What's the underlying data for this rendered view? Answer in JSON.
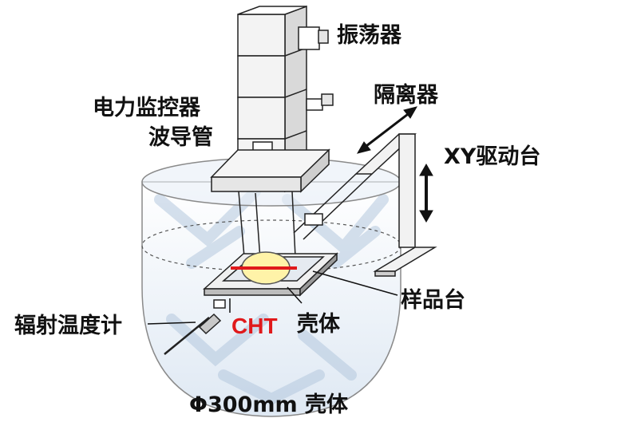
{
  "labels": {
    "oscillator": "振荡器",
    "power_monitor": "电力监控器",
    "waveguide": "波导管",
    "isolator": "隔离器",
    "xy_stage": "XY驱动台",
    "sample_stage": "样品台",
    "radiation_thermometer": "辐射温度计",
    "cht": "CHT",
    "shell": "壳体",
    "phi_shell": "Φ300mm 壳体"
  },
  "colors": {
    "cht_red": "#e0191b",
    "bowl_fill": "#cfdcea",
    "bowl_stripes": "#a9bfd8",
    "sample_yellow": "#fff3a8",
    "line": "#000000"
  }
}
